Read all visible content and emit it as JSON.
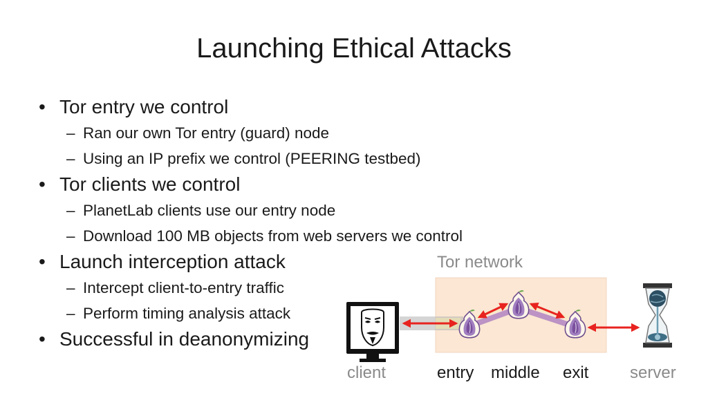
{
  "slide": {
    "title": "Launching Ethical Attacks",
    "bullets": [
      {
        "text": "Tor entry we control",
        "subs": [
          "Ran our own Tor entry (guard) node",
          "Using an IP prefix we control (PEERING testbed)"
        ]
      },
      {
        "text": "Tor clients we control",
        "subs": [
          "PlanetLab clients use our entry node",
          "Download 100 MB objects from web servers we control"
        ]
      },
      {
        "text": "Launch interception attack",
        "subs": [
          "Intercept client-to-entry traffic",
          "Perform timing analysis attack"
        ]
      },
      {
        "text": "Successful in deanonymizing",
        "subs": []
      }
    ]
  },
  "diagram": {
    "network_label": "Tor network",
    "labels": {
      "client": "client",
      "entry": "entry",
      "middle": "middle",
      "exit": "exit",
      "server": "server"
    },
    "icons": [
      "anonymous-mask-monitor-icon",
      "tor-onion-icon",
      "wikileaks-hourglass-icon"
    ],
    "colors": {
      "network_box": "#fbe7d3",
      "arrow": "#e8231f",
      "path": "#b58ac2",
      "onion": "#7a4f9d",
      "muted_text": "#8a8a8a"
    }
  }
}
